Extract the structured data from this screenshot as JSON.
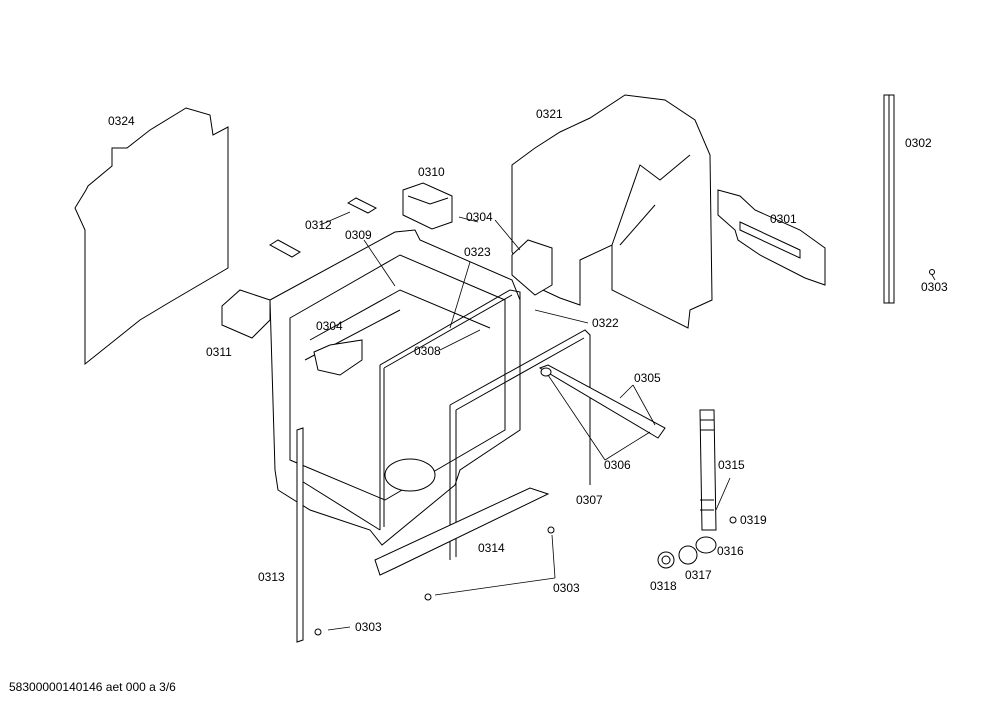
{
  "diagram": {
    "labels": {
      "p0324": "0324",
      "p0321": "0321",
      "p0302": "0302",
      "p0310": "0310",
      "p0312": "0312",
      "p0309": "0309",
      "p0304a": "0304",
      "p0323": "0323",
      "p0301": "0301",
      "p0303a": "0303",
      "p0304b": "0304",
      "p0311": "0311",
      "p0322": "0322",
      "p0308": "0308",
      "p0305": "0305",
      "p0306": "0306",
      "p0315": "0315",
      "p0307": "0307",
      "p0319": "0319",
      "p0314": "0314",
      "p0316": "0316",
      "p0313": "0313",
      "p0317": "0317",
      "p0318": "0318",
      "p0303b": "0303",
      "p0303c": "0303"
    },
    "footer": "58300000140146 aet 000 a 3/6"
  }
}
